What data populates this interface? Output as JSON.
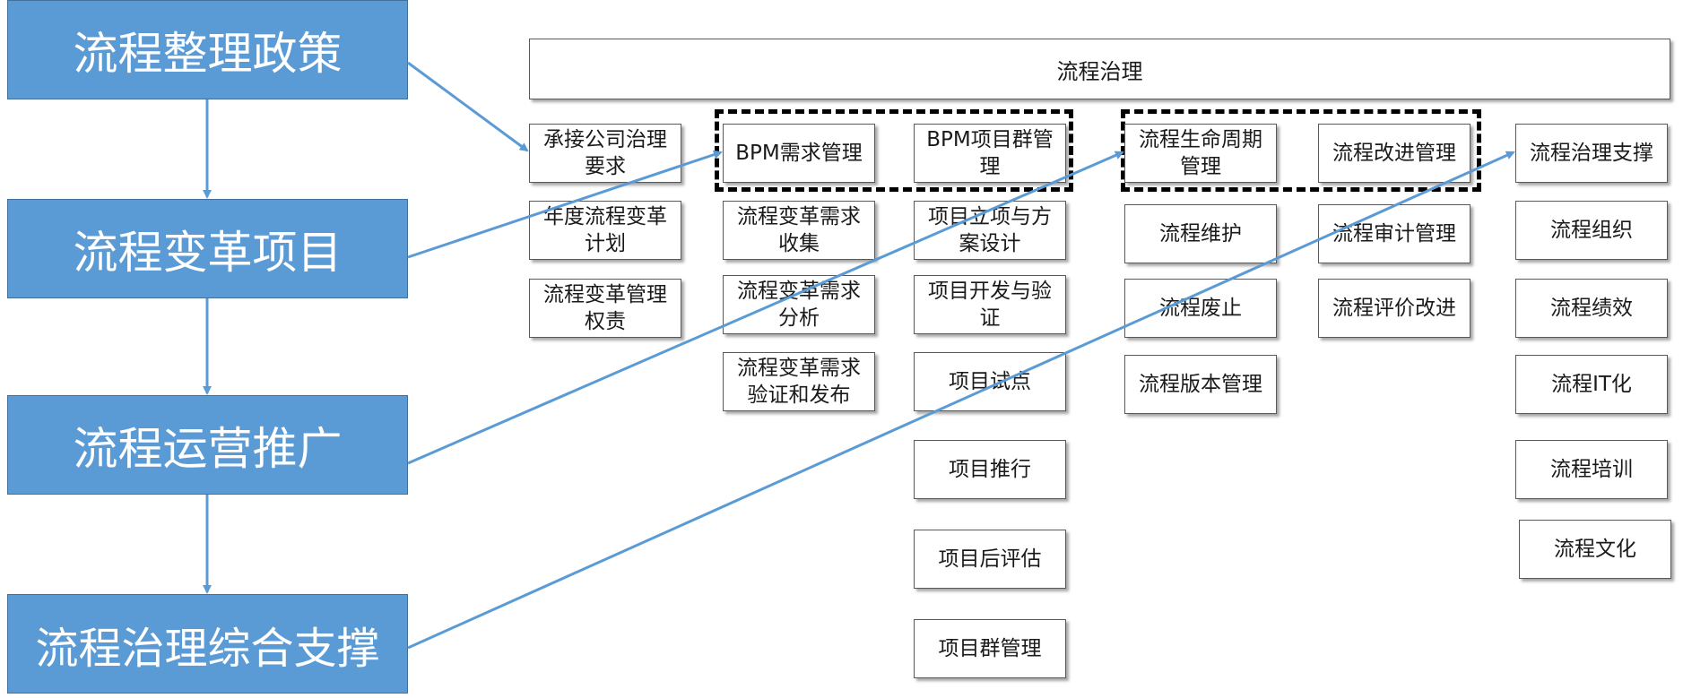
{
  "left": {
    "step1": "流程整理政策",
    "step2": "流程变革项目",
    "step3": "流程运营推广",
    "step4": "流程治理综合支撑"
  },
  "header": "流程治理",
  "col1": [
    "承接公司治理要求",
    "年度流程变革计划",
    "流程变革管理权责"
  ],
  "col2": [
    "BPM需求管理",
    "流程变革需求收集",
    "流程变革需求分析",
    "流程变革需求验证和发布"
  ],
  "col3": [
    "BPM项目群管理",
    "项目立项与方案设计",
    "项目开发与验证",
    "项目试点",
    "项目推行",
    "项目后评估",
    "项目群管理"
  ],
  "col4": [
    "流程生命周期管理",
    "流程维护",
    "流程废止",
    "流程版本管理"
  ],
  "col5": [
    "流程改进管理",
    "流程审计管理",
    "流程评价改进"
  ],
  "col6": [
    "流程治理支撑",
    "流程组织",
    "流程绩效",
    "流程IT化",
    "流程培训",
    "流程文化"
  ],
  "colors": {
    "blue_fill": "#5b9bd5",
    "blue_border": "#41719c",
    "arrow": "#5b9bd5"
  }
}
